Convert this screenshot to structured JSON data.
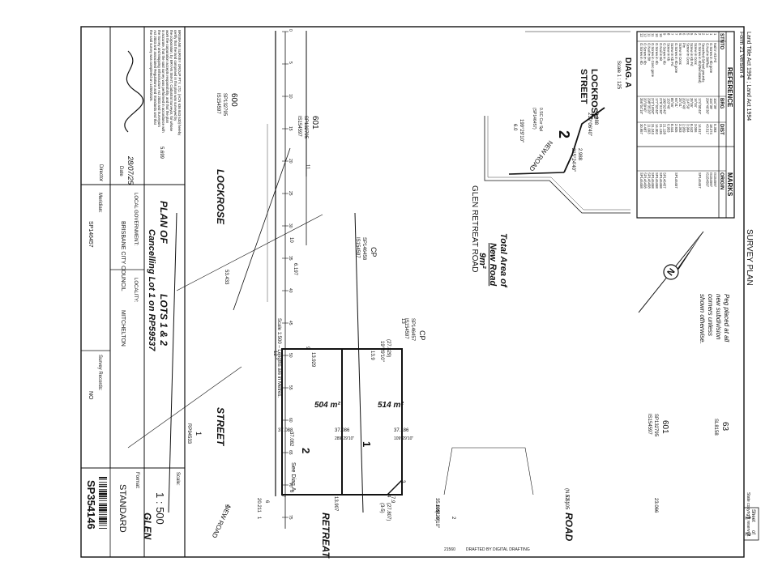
{
  "header": {
    "act_line1": "Land Title Act 1994 ; Land Act 1994",
    "act_line2": "Form 21 Version 4",
    "doc_title": "SURVEY PLAN",
    "sheet_label": "Sheet",
    "sheet_of": "of",
    "sheet_no": "1",
    "sheet_total": "2"
  },
  "peg_note": [
    "Peg placed at all",
    "new subdivision",
    "corners unless",
    "shown otherwise."
  ],
  "reference_table": {
    "title_ref": "REFERENCE",
    "title_marks": "MARKS",
    "columns": [
      "STN",
      "TO",
      "BRG",
      "DIST",
      "ORIGIN"
    ],
    "rows": [
      [
        "1",
        "Nail in Kb Fd",
        "104°39'",
        "5.393",
        "IS154597"
      ],
      [
        "1",
        "O.Screw in Kb gone",
        "104°39'",
        "18.274",
        "IS154597"
      ],
      [
        "1",
        "O.Nail in Bit/Rec",
        "294°40'30\"",
        "43.517",
        "IS154597"
      ],
      [
        "2",
        "Searched-School grounds",
        "",
        "",
        ""
      ],
      [
        "2",
        "O.Screw in Kb(Reinstated)",
        "174°00'45\"",
        "14.517",
        "SP146457"
      ],
      [
        "4",
        "Screw in Conc",
        "16°04'",
        "3.006",
        ""
      ],
      [
        "5",
        "Screw in Kb Fd",
        "35°06'",
        "8.442",
        ""
      ],
      [
        "5",
        "Screw in Conc",
        "114°59'",
        "3.904",
        ""
      ],
      [
        "6",
        "Pin",
        "203°49'",
        "2.959",
        ""
      ],
      [
        "6",
        "Screw in Conc",
        "25°41'",
        "3.363",
        ""
      ],
      [
        "7",
        "O.Screw in Kb gone",
        "66°31'",
        "2.925",
        "SP146457"
      ],
      [
        "7",
        "Screw in Kb Fd",
        "85°56'",
        "8.444",
        ""
      ],
      [
        "8",
        "Screw in Kb",
        "153°40'",
        "6.953",
        ""
      ],
      [
        "9",
        "O.Screw in Kb",
        "180°02'40\"",
        "21.128",
        "SP146457"
      ],
      [
        "10",
        "O.Nail in Bit",
        "279°31'30\"",
        "21.135",
        "SP146458"
      ],
      [
        "10",
        "O.Screw in Kb",
        "177°02'40\"",
        "14.302",
        "SP146458"
      ],
      [
        "11",
        "O.Screw in Conc gone",
        "272°19'00\"",
        "31.243",
        "SP146458"
      ],
      [
        "11",
        "O.Nail in Bit",
        "298°35'20\"",
        "11.003",
        "SP146458"
      ],
      [
        "12",
        "O.Screw in Kb",
        "20°09'40\"",
        "4.487",
        "SP146458"
      ],
      [
        "12",
        "O.Screw in Kb",
        "356°04'15\"",
        "30.957",
        "SP146458"
      ]
    ]
  },
  "diagram": {
    "title": "DIAG. A",
    "scale": "Scale 1 : 125",
    "lot_no": "2",
    "street": "LOCKROSE",
    "street2": "STREET",
    "road1": "GLEN RETREAT ROAD",
    "road2": "NEW ROAD",
    "brg1": "2.988",
    "brg2": "2.988",
    "brg3": "219°06'40\"",
    "brg4": "215°24'40\"",
    "dist_bottom": "199°29'10\"",
    "dist_bottom2": "6.0",
    "mark_a": "0.SC Cor Spl",
    "mark_b": "(SP146457)"
  },
  "total_area": {
    "line1": "Total Area of",
    "line2": "New Road",
    "line3": "9m²"
  },
  "plan": {
    "lot1_no": "1",
    "lot1_area": "514 m²",
    "lot2_no": "2",
    "lot2_area": "504 m²",
    "see_diag": "See Diag.A",
    "cp_label": "CP",
    "cp_ref": "SP146457",
    "cp_ref2": "IS154597",
    "cp_label2": "CP",
    "cp2_ref": "SP146458",
    "cp2_ref2": "IS154597",
    "lot600": "600",
    "lot600_ref": "SP132795",
    "lot600_ref2": "IS154597",
    "lot601": "601",
    "lot601_ref": "SP132795",
    "lot601_ref2": "IS154597",
    "lot601b": "601",
    "lot601b_ref": "SP132795",
    "lot601b_ref2": "IS154597",
    "lot63": "63",
    "lot63_ref": "SL8158",
    "lot1_rp": "1",
    "lot1_rp_ref": "RP94533",
    "road_glen": "GLEN",
    "road_retreat": "RETREAT",
    "road_road": "ROAD",
    "street_lockrose": "LOCKROSE",
    "street_street": "STREET",
    "new_road": "NEW ROAD",
    "d_top": "(27.829)",
    "d_top2": "19°29'10\"",
    "d_bot": "(27.807)",
    "d_bot2": "(3-5)",
    "d_13_9": "13.9",
    "d_13_929": "13.929",
    "d_7_9": "7.9",
    "d_13_907": "13.907",
    "d_37_186": "37.186",
    "d_37_086": "37.086",
    "d_37_088": "37.088",
    "brg_lot": "289°29'10\"",
    "brg_lot2": "109°29'10\"",
    "d_35805": "35.805",
    "d_35805b": "199°29'10\"",
    "d_35805c": "(1-6)",
    "d_23066": "23.066",
    "d_52105": "52.105",
    "d_nts": "(N.T.S)",
    "d_20211": "20.211",
    "d_37082": "37.082",
    "d_6197": "6.197",
    "d_5699": "5.699",
    "d_5433": "53.433",
    "stn_labels": [
      "1",
      "2",
      "3",
      "4",
      "5",
      "6",
      "7",
      "8",
      "9",
      "10",
      "11",
      "12",
      "13"
    ],
    "scale_bar": "Scale 1:500 – Lengths are in Metres.",
    "scale_ticks": [
      "0",
      "5",
      "10",
      "15",
      "20",
      "25",
      "30",
      "35",
      "40",
      "45",
      "50",
      "55",
      "60",
      "65",
      "70",
      "75"
    ],
    "scale_m": "m"
  },
  "certificate": {
    "lines": [
      "BRISBANE SURVEY GROUP PTY. LTD. (ACN 636 843 630) hereby",
      "certify that the land comprised in this plan was surveyed by",
      "the corporation, by BRYAN SMAIT, Cadastral Surveyor, for whose",
      "work the corporation accepts responsibility, and that the plan",
      "is accurate, that the said survey was performed in accordance with",
      "the Survey and Mapping Infrastructure Act 2003 and Surveyors",
      "Act 2003 and associated Regulations and Standards and that",
      "the said survey was completed on 14/05/2025."
    ],
    "director": "Director",
    "date": "28/07/25",
    "date_label": "Date"
  },
  "titleblock": {
    "plan_of": "PLAN OF",
    "lots": "LOTS 1 & 2",
    "cancelling": "Cancelling Lot 1 on RP59537",
    "local_gov_label": "LOCAL GOVERNMENT:",
    "local_gov": "BRISBANE CITY COUNCIL",
    "locality_label": "LOCALITY:",
    "locality": "MITCHELTON",
    "meridian_label": "Meridian:",
    "meridian": "SP146457",
    "survey_records_label": "Survey Records:",
    "survey_records": "NO",
    "scale_label": "Scale:",
    "scale": "1 : 500",
    "format_label": "Format:",
    "format": "STANDARD",
    "plan_no": "SP354146",
    "copyright": "State copyright reserved.",
    "drafted": "DRAFTED BY DIGITAL DRAFTING",
    "code": "21560"
  }
}
